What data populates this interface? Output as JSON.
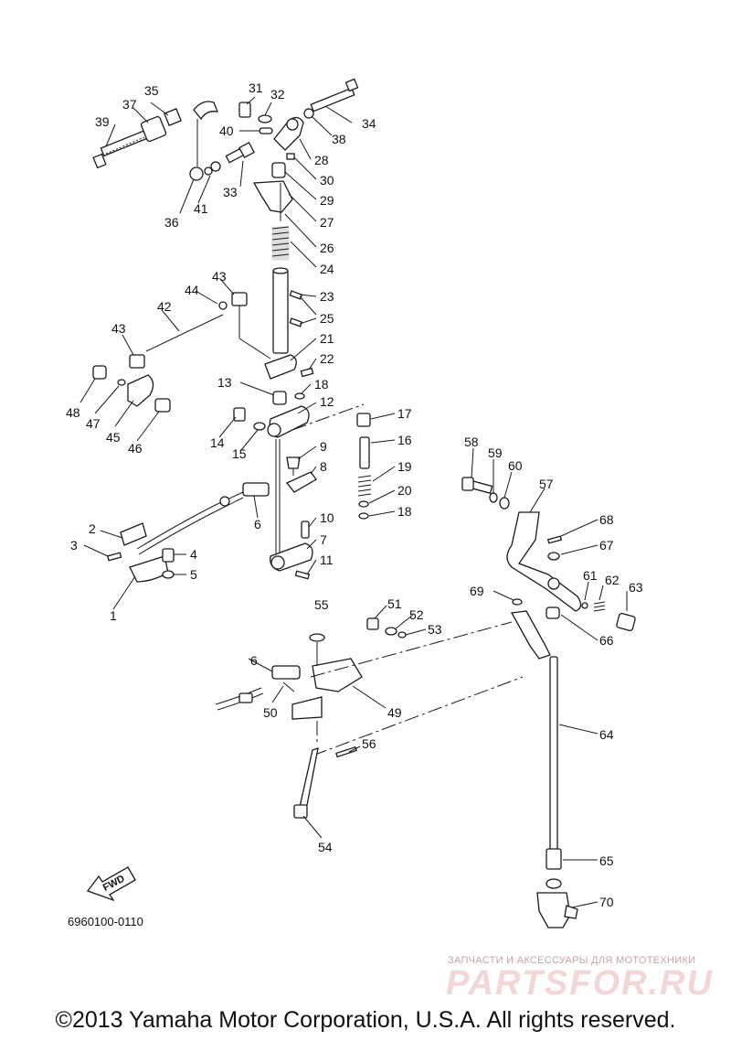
{
  "diagram": {
    "callouts": [
      "1",
      "2",
      "3",
      "4",
      "5",
      "6",
      "7",
      "8",
      "9",
      "10",
      "11",
      "12",
      "13",
      "14",
      "15",
      "16",
      "17",
      "18",
      "19",
      "20",
      "21",
      "22",
      "23",
      "24",
      "25",
      "26",
      "27",
      "28",
      "29",
      "30",
      "31",
      "32",
      "33",
      "34",
      "35",
      "36",
      "37",
      "38",
      "39",
      "40",
      "41",
      "42",
      "43",
      "44",
      "45",
      "46",
      "47",
      "48",
      "49",
      "50",
      "51",
      "52",
      "53",
      "54",
      "55",
      "56",
      "57",
      "58",
      "59",
      "60",
      "61",
      "62",
      "63",
      "64",
      "65",
      "66",
      "67",
      "68",
      "69",
      "70"
    ],
    "fwd_label": "FWD",
    "drawing_code": "6960100-0110"
  },
  "watermark": {
    "small_text": "ЗАПЧАСТИ И АКСЕССУАРЫ ДЛЯ МОТОТЕХНИКИ",
    "brand_text": "PARTSFOR.RU"
  },
  "footer": {
    "copyright": "©2013 Yamaha Motor Corporation, U.S.A. All rights reserved."
  }
}
